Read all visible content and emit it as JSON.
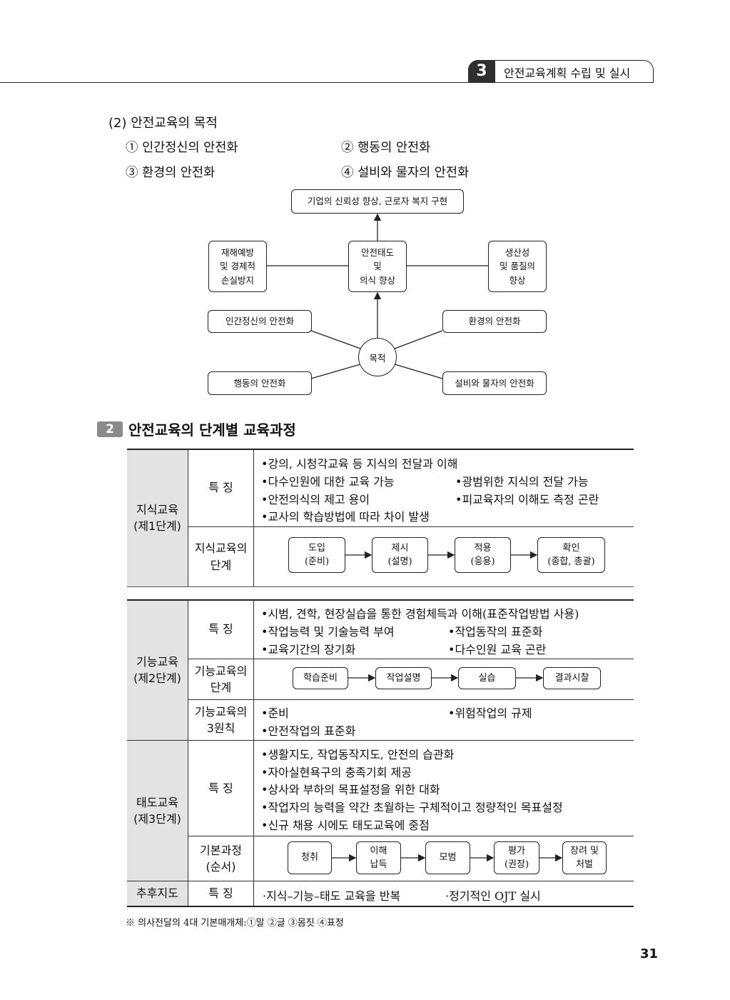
{
  "header": {
    "chapter_num": "3",
    "chapter_title": "안전교육계획 수립 및 실시"
  },
  "purpose": {
    "heading": "(2) 안전교육의 목적",
    "items": [
      "① 인간정신의 안전화",
      "② 행동의 안전화",
      "③ 환경의 안전화",
      "④ 설비와 물자의 안전화"
    ]
  },
  "diagram": {
    "top": "기업의 신뢰성 향상, 근로자 복지 구현",
    "left": [
      "재해예방",
      "및 경제적",
      "손실방지"
    ],
    "center": [
      "안전태도",
      "및",
      "의식 향상"
    ],
    "right": [
      "생산성",
      "및 품질의",
      "향상"
    ],
    "human": "인간정신의 안전화",
    "environment": "환경의 안전화",
    "circle": "목적",
    "behavior": "행동의 안전화",
    "equipment": "설비와 물자의 안전화"
  },
  "section": {
    "num": "2",
    "title": "안전교육의 단계별 교육과정"
  },
  "knowledge": {
    "stage": [
      "지식교육",
      "(제1단계)"
    ],
    "feature_label": "특 징",
    "features": [
      "•강의, 시청각교육 등 지식의 전달과 이해",
      "•다수인원에 대한 교육 가능",
      "•광범위한 지식의 전달 가능",
      "•안전의식의 제고 용이",
      "•피교육자의 이해도 측정 곤란",
      "•교사의 학습방법에 따라 차이 발생"
    ],
    "steps_label": [
      "지식교육의",
      "단계"
    ],
    "steps": [
      [
        "도입",
        "(준비)"
      ],
      [
        "제시",
        "(설명)"
      ],
      [
        "적용",
        "(응용)"
      ],
      [
        "확인",
        "(종합, 총괄)"
      ]
    ]
  },
  "skill": {
    "stage": [
      "기능교육",
      "(제2단계)"
    ],
    "feature_label": "특 징",
    "features": [
      "•시범, 견학, 현장실습을 통한 경험체득과 이해(표준작업방법 사용)",
      "•작업능력 및 기술능력 부여",
      "•작업동작의 표준화",
      "•교육기간의 장기화",
      "•다수인원 교육 곤란"
    ],
    "steps_label": [
      "기능교육의",
      "단계"
    ],
    "steps": [
      "학습준비",
      "작업설명",
      "실습",
      "결과시찰"
    ],
    "principles_label": [
      "기능교육의",
      "3원칙"
    ],
    "principles": [
      "•준비",
      "•위험작업의 규제",
      "•안전작업의 표준화"
    ]
  },
  "attitude": {
    "stage": [
      "태도교육",
      "(제3단계)"
    ],
    "feature_label": "특 징",
    "features": [
      "•생활지도, 작업동작지도, 안전의 습관화",
      "•자아실현욕구의 충족기회 제공",
      "•상사와 부하의 목표설정을 위한 대화",
      "•작업자의 능력을 약간 초월하는 구체적이고 정량적인 목표설정",
      "•신규 채용 시에도 태도교육에 중점"
    ],
    "process_label": [
      "기본과정",
      "(순서)"
    ],
    "process": [
      [
        "청취"
      ],
      [
        "이해",
        "납득"
      ],
      [
        "모범"
      ],
      [
        "평가",
        "(권장)"
      ],
      [
        "장려 및",
        "처벌"
      ]
    ]
  },
  "followup": {
    "label": "추후지도",
    "feature_label": "특 징",
    "items": [
      "·지식–기능–태도 교육을 반복",
      "·정기적인 OJT 실시"
    ]
  },
  "footnote": "※ 의사전달의 4대 기본매개체:①말 ②글 ③몸짓 ④표정",
  "page_number": "31"
}
